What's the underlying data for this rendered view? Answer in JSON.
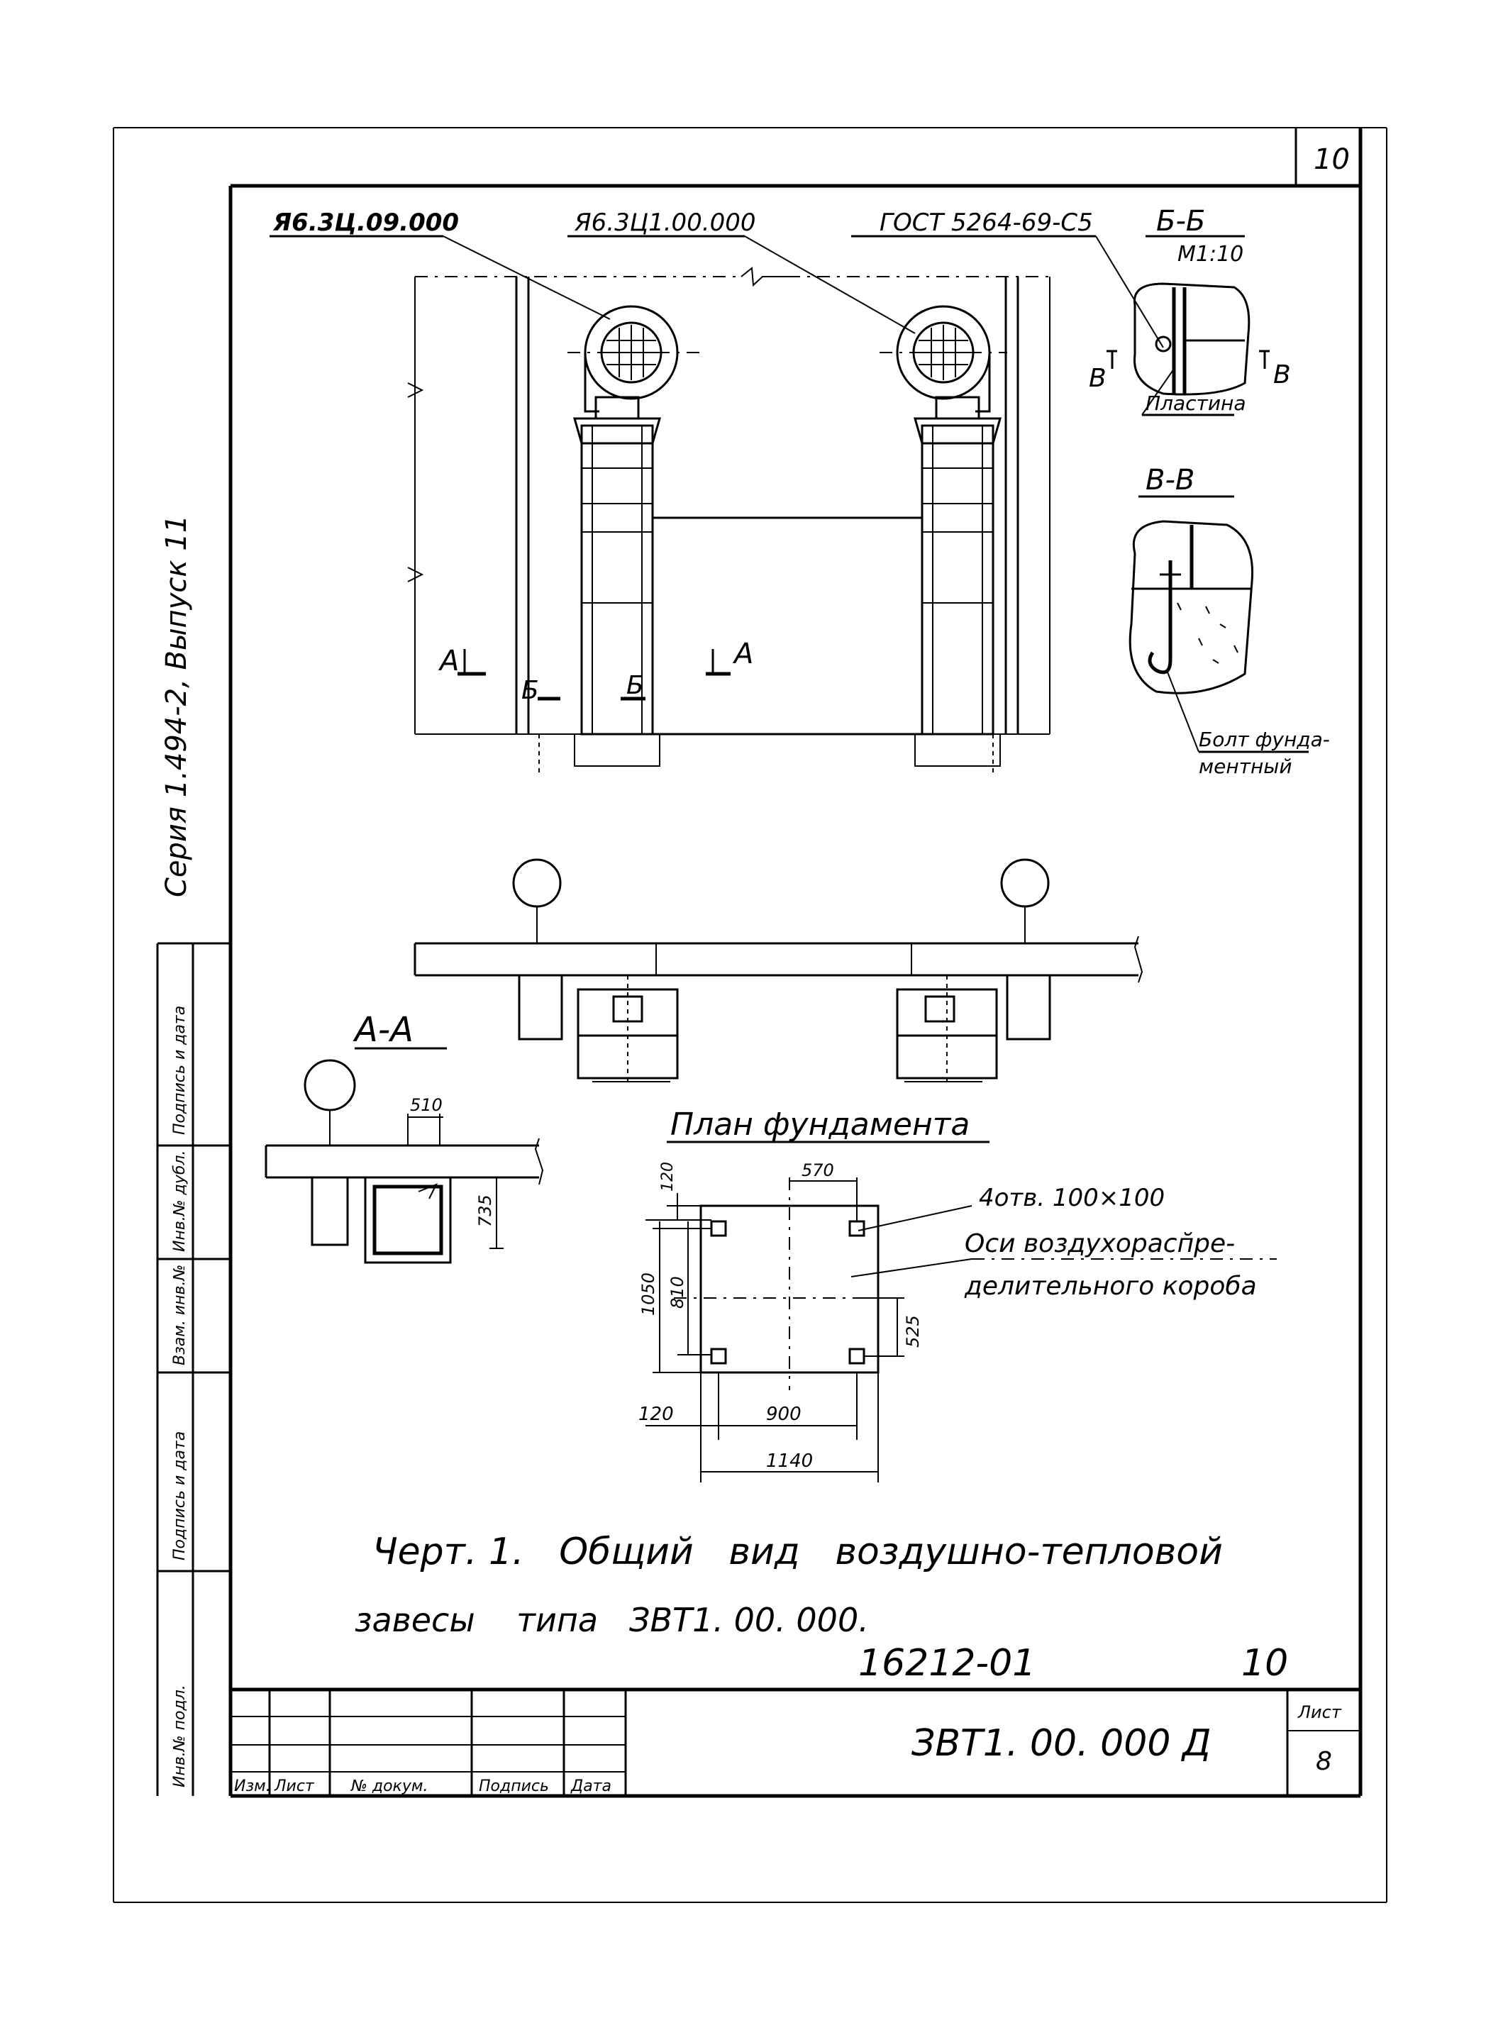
{
  "sheet_corner_number": "10",
  "side_title": "Серия 1.494-2, Выпуск 11",
  "side_stamp_labels": [
    "Подпись и дата",
    "Инв.№ дубл.",
    "Взам. инв.№",
    "Подпись и дата",
    "Инв.№ подл."
  ],
  "callouts": {
    "left_fan": "Я6.3Ц.09.000",
    "right_fan": "Я6.3Ц1.00.000",
    "bolt_standard": "ГОСТ 5264-69-С5"
  },
  "section_bb": {
    "title": "Б-Б",
    "scale": "М1:10",
    "mark_left": "В",
    "mark_right": "В",
    "label": "Пластина"
  },
  "section_vv": {
    "title": "В-В",
    "label_line1": "Болт фунда-",
    "label_line2": "ментный"
  },
  "section_marks": {
    "a_left": "А",
    "a_right": "А",
    "b_left": "Б",
    "b_right": "Б"
  },
  "section_aa": {
    "title": "А-А",
    "dim_top": "510",
    "dim_side": "735"
  },
  "foundation_plan": {
    "title": "План фундамента",
    "holes_note": "4отв. 100×100",
    "axes_note_line1": "Оси воздухорасп̆ре-",
    "axes_note_line2": "делительного короба",
    "dim_570": "570",
    "dim_120_top": "120",
    "dim_810": "810",
    "dim_1050": "1050",
    "dim_525": "525",
    "dim_120_bottom": "120",
    "dim_900": "900",
    "dim_1140": "1140"
  },
  "caption_line1": "Черт. 1.   Общий   вид   воздушно-тепловой",
  "caption_line2": "завесы    типа   ЗВТ1. 00. 000.",
  "title_block": {
    "number": "16212-01",
    "page": "10",
    "designation": "ЗВТ1. 00. 000 Д",
    "sheet_label": "Лист",
    "sheet_number": "8",
    "col_labels": [
      "Изм.",
      "Лист",
      "№ докум.",
      "Подпись",
      "Дата"
    ]
  }
}
